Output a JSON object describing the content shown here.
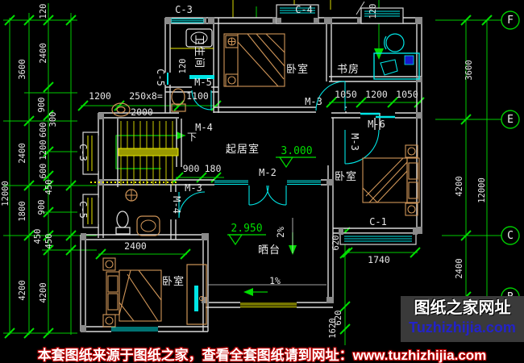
{
  "grid": {
    "f": "F",
    "e": "E",
    "c": "C",
    "b": "B"
  },
  "rooms": {
    "bath1": "卫生间",
    "bed_top": "卧室",
    "study": "书房",
    "living": "起居室",
    "bed_right": "卧室",
    "terrace": "晒台",
    "bed_bl": "卧室"
  },
  "levels": {
    "living": "3.000",
    "terrace": "2.950"
  },
  "slopes": {
    "v": "2%",
    "h": "1%"
  },
  "doors": {
    "m2": "M-2",
    "m3a": "M-3",
    "m3b": "M-3",
    "m3c": "M-3",
    "m4a": "M-4",
    "m4b": "M-4",
    "m5": "M-5",
    "m6": "M-6",
    "down": "下"
  },
  "windows": {
    "c3_top": "C-3",
    "c4_top": "C-4",
    "top_120": "120",
    "bath_120": "120",
    "c3_left": "C-3",
    "c5_left": "C-5",
    "c5_top": "C-5",
    "c1": "C-1"
  },
  "dims_left": {
    "total": "12000",
    "o1": "3600",
    "o2": "2400",
    "o3": "1800",
    "o4": "4200",
    "i0": "120",
    "i1": "2400",
    "i2": "900",
    "i3": "300",
    "i4": "600",
    "i5": "1200",
    "i6": "600",
    "i7": "450",
    "i8": "900",
    "i9": "450",
    "i10": "450",
    "i11": "4200"
  },
  "dims_right": {
    "total": "12000",
    "r1": "3600",
    "r2": "4200",
    "r3": "2400"
  },
  "dims_top": {
    "a": "1200",
    "b": "250x8=",
    "c": "2000",
    "d": "1100",
    "e": "1050",
    "f": "1200",
    "g": "1050"
  },
  "dims_mid": {
    "hall_w": "900",
    "hall_t": "180"
  },
  "dims_bottom": {
    "bl": "2400",
    "c1w": "1740",
    "t620a": "620",
    "t620b": "620",
    "t1620": "1620"
  },
  "footer": {
    "notice": "本套图纸来源于图纸之家，查看全套图纸请到网址：www.tuzhizhijia.com"
  },
  "watermark": {
    "title": "图纸之家网址",
    "url": "Tuzhizhijia.com"
  },
  "colors": {
    "dim_green": "#00cc00",
    "wall": "#d9d9d9",
    "window_cyan": "#00e5e5",
    "yellow": "#e8e800",
    "furniture": "#cf9558",
    "level_green": "#00dd00",
    "url_blue": "#2323c8",
    "notice_red": "#c00000"
  }
}
